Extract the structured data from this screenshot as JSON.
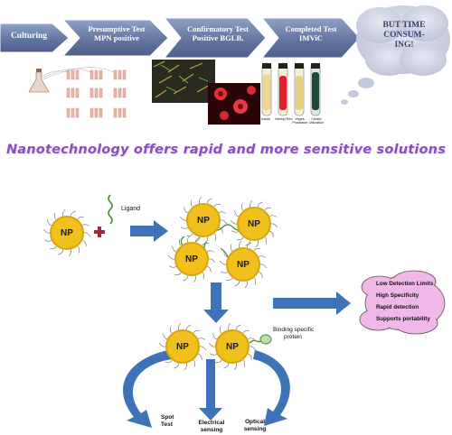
{
  "workflow": {
    "steps": [
      {
        "label": "Culturing"
      },
      {
        "label": "Presumptive Test",
        "label2": "MPN positive"
      },
      {
        "label": "Confirmatory Test",
        "label2": "Positive BGLB,"
      },
      {
        "label": "Completed Test",
        "label2": "IMViC"
      }
    ],
    "cloud_line1": "BUT TIME",
    "cloud_line2": "CONSUM-",
    "cloud_line3": "ING!",
    "tube_labels": [
      "Indole",
      "Methyl Red",
      "Voges-Proskauer",
      "Citrate Utilization"
    ]
  },
  "banner": "Nanotechnology offers rapid and more sensitive solutions",
  "diagram": {
    "np_label": "NP",
    "ligand_label": "Ligand",
    "binding_label_1": "Binding specific",
    "binding_label_2": "protein",
    "benefits": [
      "Low Detection Limits",
      "High Specificity",
      "Rapid detection",
      "Supports portability"
    ],
    "outputs": [
      {
        "line1": "Spot",
        "line2": "Test"
      },
      {
        "line1": "Electrical",
        "line2": "sensing"
      },
      {
        "line1": "Optical",
        "line2": "sensing"
      }
    ]
  },
  "colors": {
    "chevron_dark": "#5b6f9e",
    "chevron_light": "#8d9fc6",
    "cloud_top": "#d0d4e6",
    "np_fill": "#f2c01d",
    "arrow_blue": "#3f73b8",
    "benefit_cloud": "#f0b8e6",
    "banner_purple": "#8a4fbf"
  }
}
